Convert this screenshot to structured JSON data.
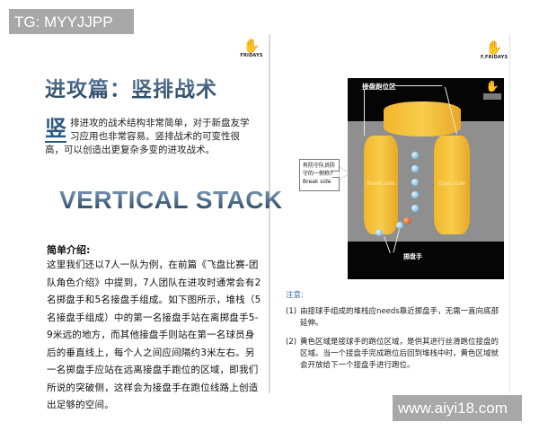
{
  "watermarks": {
    "top_left": "TG: MYYJJPP",
    "bottom_right": "www.aiyi18.com"
  },
  "logo": {
    "icon": "hand-wave-icon",
    "glyph": "✋",
    "left_brand": "FRIDAYS",
    "right_brand": "F.FRIDAYS"
  },
  "left_page": {
    "title_cn": "进攻篇：竖排战术",
    "intro": {
      "dropcap": "竖",
      "text": "排进攻的战术结构非常简单，对于新盘友学习应用也非常容易。竖排战术的可变性很高，可以创造出更复杂多变的进攻战术。"
    },
    "title_en": "VERTICAL STACK",
    "description": {
      "heading": "简单介绍:",
      "body": "这里我们还以7人一队为例，在前篇《飞盘比赛-团队角色介绍》中提到，7人团队在进攻时通常会有2名掷盘手和5名接盘手组成。如下图所示，堆栈（5名接盘手组成）中的第一名接盘手站在离掷盘手5-9米远的地方，而其他接盘手则站在第一名球员身后的垂直线上，每个人之间应间隔约3米左右。另一名掷盘手应站在远离接盘手跑位的区域，即我们所说的突破侧，这样会为接盘手在跑位线路上创造出足够的空间。"
    }
  },
  "right_page": {
    "diagram": {
      "zone_label": "接盘跑位区",
      "break_side_label": "Break side",
      "open_side_label": "Open side",
      "throwers_label": "掷盘手",
      "callout": "有防守队员防守的一侧称为 Break side",
      "colors": {
        "background": "#8f8f8f",
        "top_bottom_bands": "#050505",
        "zone": "#f5c23a",
        "receiver_disc": "#8ec6e6",
        "defender_disc": "#e3672f"
      }
    },
    "notes": {
      "heading": "注意:",
      "items": [
        {
          "num": "(1)",
          "text": "由接球手组成的堆栈应needs靠近掷盘手，无需一直向底部延伸。"
        },
        {
          "num": "(2)",
          "text": "黄色区域是接球手的跑位区域，是供其进行丝滑跑位接盘的区域。当一个接盘手完成跑位后回到堆栈中时，黄色区域就会开放给下一个接盘手进行跑位。"
        }
      ]
    }
  }
}
